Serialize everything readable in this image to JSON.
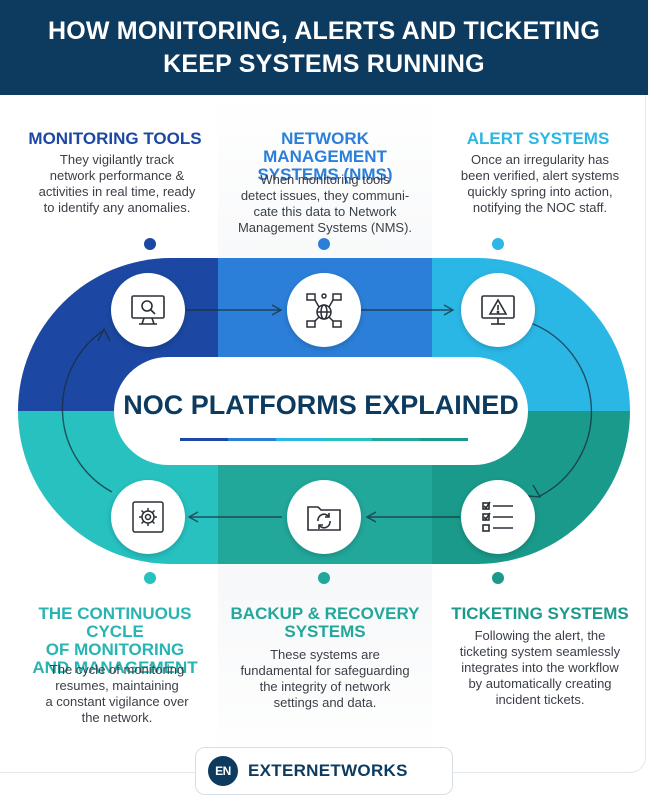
{
  "header": {
    "line1": "HOW MONITORING, ALERTS AND TICKETING",
    "line2": "KEEP SYSTEMS RUNNING"
  },
  "colors": {
    "header_bg": "#0d3a5f",
    "dark_blue": "#1c48a3",
    "mid_blue": "#2b7fd8",
    "light_blue": "#2bb7e6",
    "teal_dark": "#1a9a8a",
    "teal_mid": "#22a79b",
    "teal_light": "#27c1c0"
  },
  "steps": {
    "monitoring": {
      "title": "MONITORING TOOLS",
      "desc": [
        "They vigilantly track",
        "network performance &",
        "activities in real time, ready",
        "to identify any anomalies."
      ],
      "icon": "monitor-search-icon"
    },
    "nms": {
      "title": [
        "NETWORK MANAGEMENT",
        "SYSTEMS (NMS)"
      ],
      "desc": [
        "When monitoring tools",
        "detect issues, they communi-",
        "cate this data to Network",
        "Management Systems (NMS)."
      ],
      "icon": "network-globe-icon"
    },
    "alert": {
      "title": "ALERT SYSTEMS",
      "desc": [
        "Once an irregularity has",
        "been verified, alert systems",
        "quickly spring into action,",
        "notifying the NOC staff."
      ],
      "icon": "alert-monitor-icon"
    },
    "cycle": {
      "title": [
        "THE CONTINUOUS CYCLE",
        "OF MONITORING",
        "AND MANAGEMENT"
      ],
      "desc": [
        "The cycle of monitoring",
        "resumes, maintaining",
        "a constant vigilance over",
        "the network."
      ],
      "icon": "gear-cycle-icon"
    },
    "backup": {
      "title": [
        "BACKUP & RECOVERY",
        "SYSTEMS"
      ],
      "desc": [
        "These systems are",
        "fundamental for safeguarding",
        "the integrity of network",
        "settings and data."
      ],
      "icon": "folder-refresh-icon"
    },
    "ticketing": {
      "title": "TICKETING SYSTEMS",
      "desc": [
        "Following the alert, the",
        "ticketing system seamlessly",
        "integrates into the workflow",
        "by automatically creating",
        "incident tickets."
      ],
      "icon": "checklist-icon"
    }
  },
  "center": {
    "label": "NOC PLATFORMS EXPLAINED"
  },
  "logo": {
    "mark": "EN",
    "name": "EXTERNETWORKS"
  }
}
